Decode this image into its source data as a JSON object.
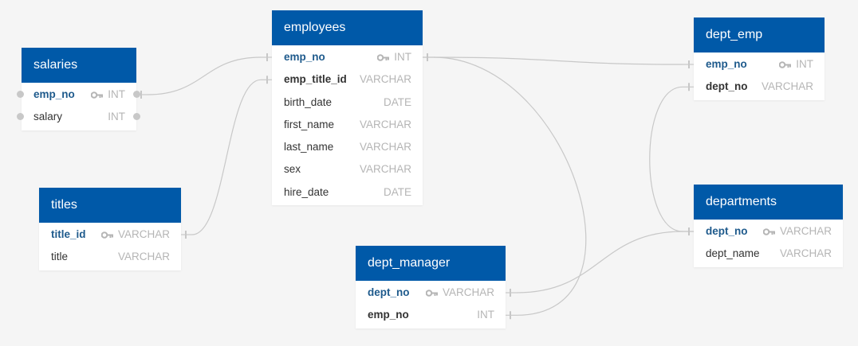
{
  "colors": {
    "header": "#0059a8",
    "background": "#f5f5f5",
    "connector": "#c8c8c8",
    "pk_text": "#1e5a8c",
    "type_text": "#b5b5b5"
  },
  "entities": {
    "salaries": {
      "title": "salaries",
      "fields": [
        {
          "name": "emp_no",
          "type": "INT",
          "key": "pk",
          "icon": "key-icon"
        },
        {
          "name": "salary",
          "type": "INT",
          "key": ""
        }
      ]
    },
    "titles": {
      "title": "titles",
      "fields": [
        {
          "name": "title_id",
          "type": "VARCHAR",
          "key": "pk",
          "icon": "key-icon"
        },
        {
          "name": "title",
          "type": "VARCHAR",
          "key": ""
        }
      ]
    },
    "employees": {
      "title": "employees",
      "fields": [
        {
          "name": "emp_no",
          "type": "INT",
          "key": "pk",
          "icon": "key-icon"
        },
        {
          "name": "emp_title_id",
          "type": "VARCHAR",
          "key": "fk"
        },
        {
          "name": "birth_date",
          "type": "DATE",
          "key": ""
        },
        {
          "name": "first_name",
          "type": "VARCHAR",
          "key": ""
        },
        {
          "name": "last_name",
          "type": "VARCHAR",
          "key": ""
        },
        {
          "name": "sex",
          "type": "VARCHAR",
          "key": ""
        },
        {
          "name": "hire_date",
          "type": "DATE",
          "key": ""
        }
      ]
    },
    "dept_manager": {
      "title": "dept_manager",
      "fields": [
        {
          "name": "dept_no",
          "type": "VARCHAR",
          "key": "pk",
          "icon": "key-icon"
        },
        {
          "name": "emp_no",
          "type": "INT",
          "key": "fk"
        }
      ]
    },
    "dept_emp": {
      "title": "dept_emp",
      "fields": [
        {
          "name": "emp_no",
          "type": "INT",
          "key": "pk",
          "icon": "key-icon"
        },
        {
          "name": "dept_no",
          "type": "VARCHAR",
          "key": "fk"
        }
      ]
    },
    "departments": {
      "title": "departments",
      "fields": [
        {
          "name": "dept_no",
          "type": "VARCHAR",
          "key": "pk",
          "icon": "key-icon"
        },
        {
          "name": "dept_name",
          "type": "VARCHAR",
          "key": ""
        }
      ]
    }
  },
  "relationships": [
    {
      "from": "salaries.emp_no",
      "to": "employees.emp_no"
    },
    {
      "from": "titles.title_id",
      "to": "employees.emp_title_id"
    },
    {
      "from": "employees.emp_no",
      "to": "dept_emp.emp_no"
    },
    {
      "from": "employees.emp_no",
      "to": "dept_manager.emp_no"
    },
    {
      "from": "dept_manager.dept_no",
      "to": "departments.dept_no"
    },
    {
      "from": "dept_emp.dept_no",
      "to": "departments.dept_no"
    }
  ]
}
